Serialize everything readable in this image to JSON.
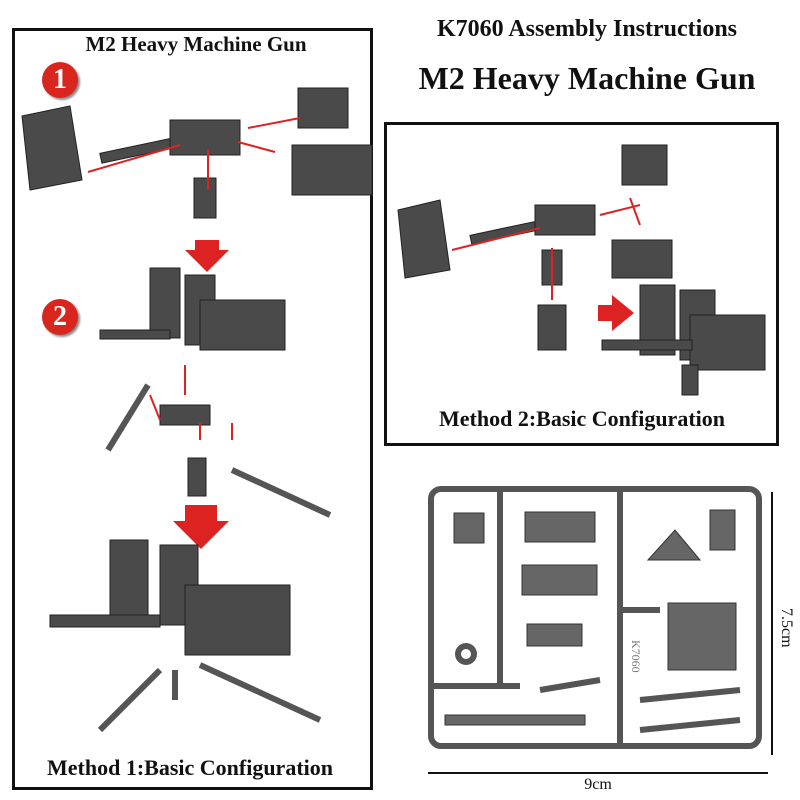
{
  "header": {
    "line1": "K7060 Assembly Instructions",
    "line2": "M2 Heavy Machine Gun"
  },
  "left_panel": {
    "title": "M2 Heavy Machine Gun",
    "steps": [
      "1",
      "2"
    ],
    "caption": "Method 1:Basic Configuration"
  },
  "right_panel": {
    "caption": "Method 2:Basic Configuration"
  },
  "parts_sprue": {
    "mold_text": "K7060",
    "width_label": "9cm",
    "height_label": "7.5cm"
  },
  "colors": {
    "arrow": "#d22222",
    "part": "#4a4a4a",
    "border": "#111111"
  }
}
